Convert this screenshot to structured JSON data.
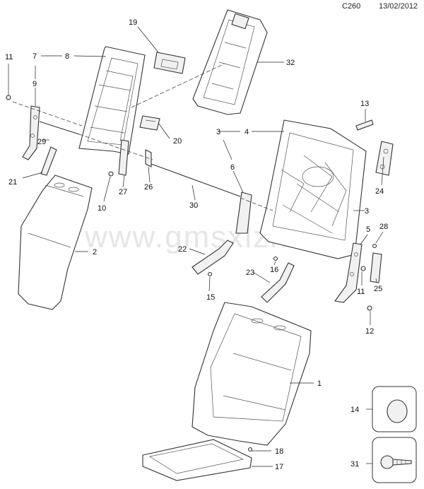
{
  "header": {
    "code": "C260",
    "date": "13/02/2012"
  },
  "watermark": "www.gmsxlzn.ru",
  "callouts": {
    "c1": "1",
    "c2": "2",
    "c3a": "3",
    "c3b": "3",
    "c4": "4",
    "c5": "5",
    "c6": "6",
    "c7": "7",
    "c8": "8",
    "c9": "9",
    "c10": "10",
    "c11a": "11",
    "c11b": "11",
    "c12": "12",
    "c13": "13",
    "c14": "14",
    "c15": "15",
    "c16": "16",
    "c17": "17",
    "c18": "18",
    "c19": "19",
    "c20": "20",
    "c21": "21",
    "c22": "22",
    "c23": "23",
    "c24": "24",
    "c25": "25",
    "c26": "26",
    "c27": "27",
    "c28": "28",
    "c29": "29",
    "c30": "30",
    "c31": "31",
    "c32": "32"
  }
}
